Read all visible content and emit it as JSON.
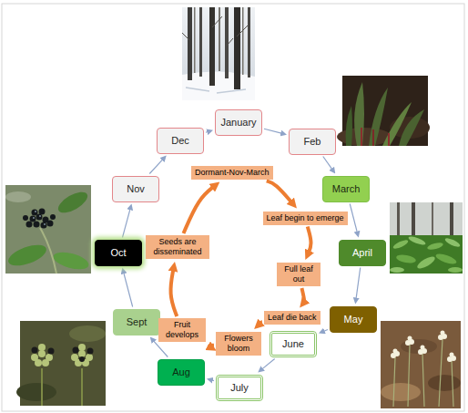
{
  "diagram": {
    "nodes": [
      {
        "text": [
          "January"
        ]
      },
      {
        "text": [
          "Feb"
        ]
      },
      {
        "text": [
          "March"
        ]
      },
      {
        "text": [
          "April"
        ]
      },
      {
        "text": [
          "May"
        ]
      },
      {
        "text": [
          "June"
        ]
      },
      {
        "text": [
          "July"
        ]
      },
      {
        "text": [
          "Aug"
        ]
      },
      {
        "text": [
          "Sept"
        ]
      },
      {
        "text": [
          "Oct"
        ]
      },
      {
        "text": [
          "Nov"
        ]
      },
      {
        "text": [
          "Dec"
        ]
      },
      {
        "text": [
          "Dormant-Nov-March"
        ]
      },
      {
        "text": [
          "Leaf begin to emerge"
        ]
      },
      {
        "text": [
          "Full leaf out"
        ]
      },
      {
        "text": [
          "Leaf die back"
        ]
      },
      {
        "text": [
          "Flowers bloom"
        ]
      },
      {
        "text": [
          "Fruit develops"
        ]
      },
      {
        "text": [
          "Seeds are disseminated"
        ]
      }
    ],
    "edges": [
      {
        "from": 0,
        "to": 1,
        "arrow": "to"
      },
      {
        "from": 1,
        "to": 2,
        "arrow": "to"
      },
      {
        "from": 2,
        "to": 3,
        "arrow": "to"
      },
      {
        "from": 3,
        "to": 4,
        "arrow": "to"
      },
      {
        "from": 4,
        "to": 5,
        "arrow": "to"
      },
      {
        "from": 5,
        "to": 6,
        "arrow": "to"
      },
      {
        "from": 6,
        "to": 7,
        "arrow": "to"
      },
      {
        "from": 7,
        "to": 8,
        "arrow": "to"
      },
      {
        "from": 8,
        "to": 9,
        "arrow": "to"
      },
      {
        "from": 9,
        "to": 10,
        "arrow": "to"
      },
      {
        "from": 10,
        "to": 11,
        "arrow": "to"
      },
      {
        "from": 11,
        "to": 0,
        "arrow": "to"
      },
      {
        "from": 12,
        "to": 13,
        "arrow": "to"
      },
      {
        "from": 13,
        "to": 14,
        "arrow": "to"
      },
      {
        "from": 14,
        "to": 15,
        "arrow": "to"
      },
      {
        "from": 15,
        "to": 16,
        "arrow": "to"
      },
      {
        "from": 16,
        "to": 17,
        "arrow": "to"
      },
      {
        "from": 17,
        "to": 18,
        "arrow": "to"
      },
      {
        "from": 18,
        "to": 12,
        "arrow": "to"
      }
    ]
  }
}
